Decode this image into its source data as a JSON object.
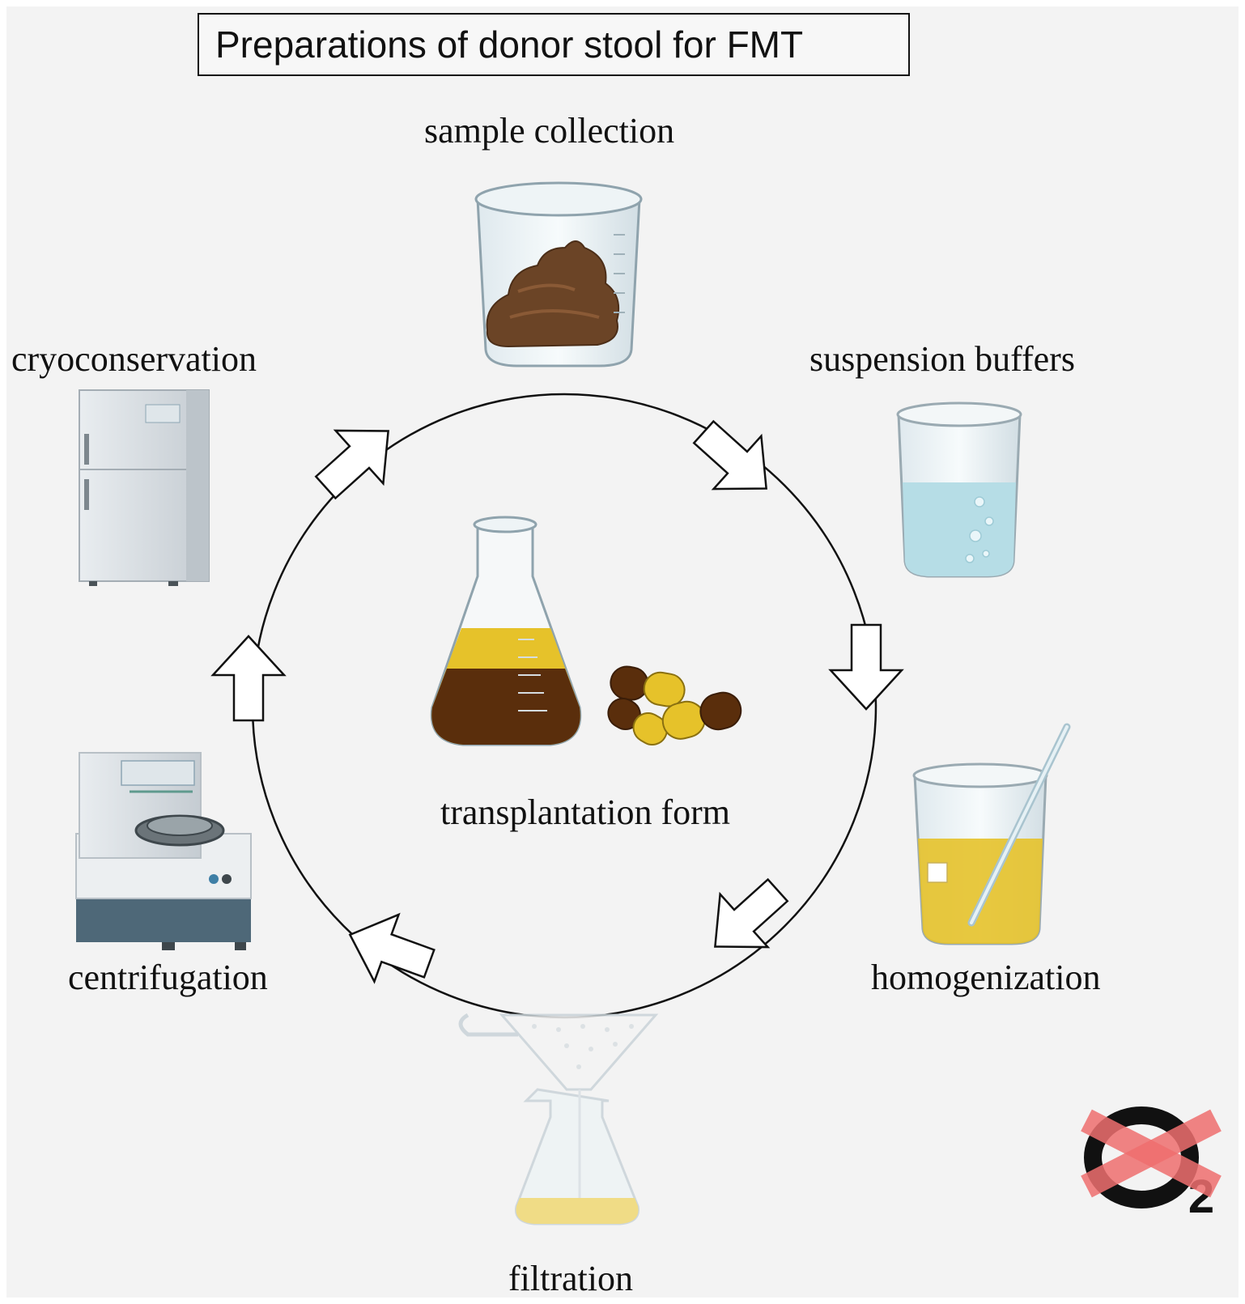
{
  "title": "Preparations of donor stool for FMT",
  "steps": [
    {
      "label": "sample collection",
      "icon": "beaker-with-stool-icon"
    },
    {
      "label": "suspension buffers",
      "icon": "beaker-with-buffer-icon"
    },
    {
      "label": "homogenization",
      "icon": "beaker-with-stirring-rod-icon"
    },
    {
      "label": "filtration",
      "icon": "funnel-and-flask-icon"
    },
    {
      "label": "centrifugation",
      "icon": "centrifuge-icon"
    },
    {
      "label": "cryoconservation",
      "icon": "freezer-icon"
    }
  ],
  "center": {
    "label": "transplantation form",
    "icons": [
      "erlenmeyer-flask-icon",
      "capsules-icon"
    ]
  },
  "anaerobic_symbol": {
    "text": "O",
    "subscript": "2",
    "icon": "no-oxygen-icon"
  },
  "colors": {
    "stool": "#6b4426",
    "buffer": "#b6dde6",
    "yellow_liquid": "#e6c22a",
    "dark_liquid": "#5a2e0c",
    "cross": "#ef6f6f"
  }
}
